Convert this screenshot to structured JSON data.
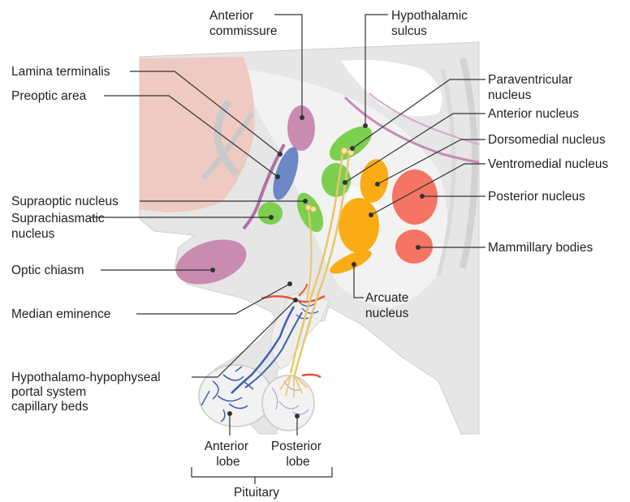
{
  "labels": {
    "anterior_commissure": [
      "Anterior",
      "commissure"
    ],
    "hypothalamic_sulcus": [
      "Hypothalamic",
      "sulcus"
    ],
    "lamina_terminalis": [
      "Lamina terminalis"
    ],
    "preoptic_area": [
      "Preoptic area"
    ],
    "supraoptic_nucleus": [
      "Supraoptic nucleus"
    ],
    "suprachiasmatic_nucleus": [
      "Suprachiasmatic",
      "nucleus"
    ],
    "optic_chiasm": [
      "Optic chiasm"
    ],
    "median_eminence": [
      "Median eminence"
    ],
    "portal_system": [
      "Hypothalamo-hypophyseal",
      "portal system",
      "capillary beds"
    ],
    "paraventricular_nucleus": [
      "Paraventricular",
      "nucleus"
    ],
    "anterior_nucleus": [
      "Anterior nucleus"
    ],
    "dorsomedial_nucleus": [
      "Dorsomedial nucleus"
    ],
    "ventromedial_nucleus": [
      "Ventromedial nucleus"
    ],
    "posterior_nucleus": [
      "Posterior nucleus"
    ],
    "mammillary_bodies": [
      "Mammillary bodies"
    ],
    "arcuate_nucleus": [
      "Arcuate",
      "nucleus"
    ],
    "anterior_lobe": [
      "Anterior",
      "lobe"
    ],
    "posterior_lobe": [
      "Posterior",
      "lobe"
    ],
    "pituitary": [
      "Pituitary"
    ]
  },
  "colors": {
    "green": "#7ccf4f",
    "orange": "#fbab13",
    "salmon": "#f47563",
    "purple": "#c98bb0",
    "blue": "#6b87c4",
    "brain_gray": "#e4e4e4",
    "pink_region": "#eec4bb",
    "vessel_red": "#e8543e",
    "vessel_blue": "#3f5fb0",
    "axon_yellow": "#e8c66a"
  }
}
